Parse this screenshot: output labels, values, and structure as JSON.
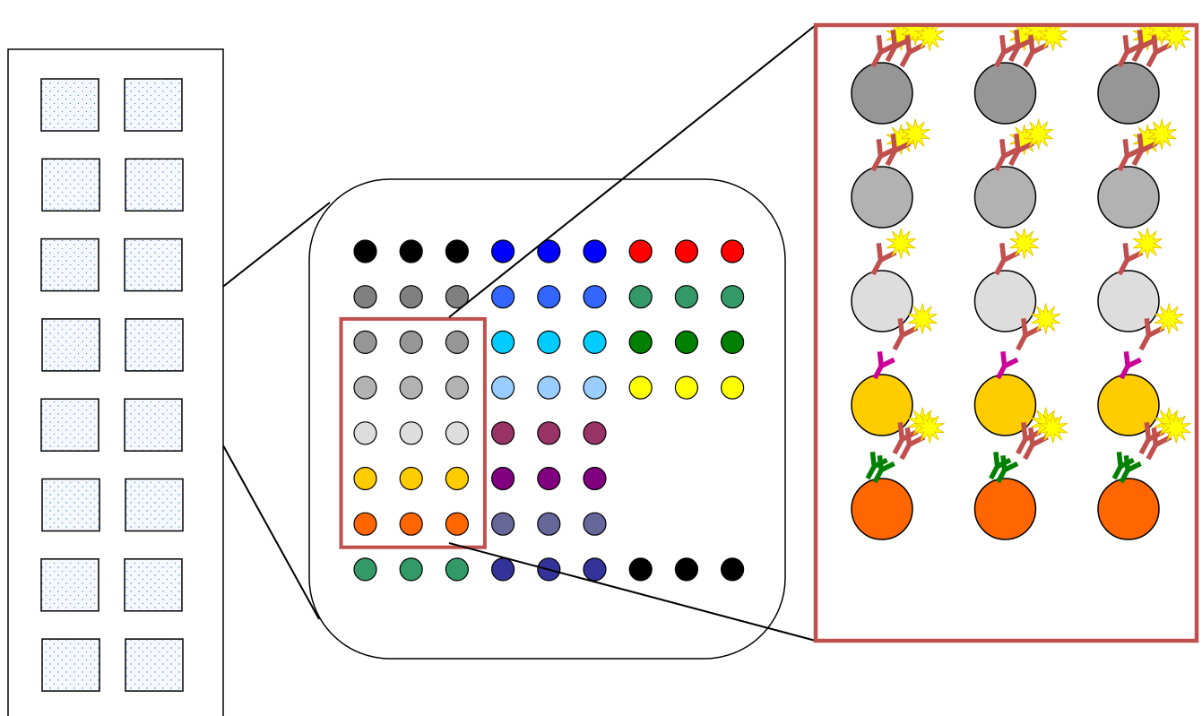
{
  "colors": {
    "outline": "#000000",
    "highlight": "#c0504d",
    "antibody": "#c0504d",
    "label": "#ffff00",
    "label_outline": "#e8c800",
    "pad_fill": "#f6f9fd",
    "pad_dot": "#4a7ad8"
  },
  "slide": {
    "columns": 2,
    "rows": 8,
    "zoomed_pad": {
      "row": 3,
      "column": 1
    }
  },
  "array": {
    "columns": 9,
    "rows": [
      [
        "#000000",
        "#000000",
        "#000000",
        "#0000ff",
        "#0000ff",
        "#0000ff",
        "#ff0000",
        "#ff0000",
        "#ff0000"
      ],
      [
        "#808080",
        "#808080",
        "#808080",
        "#3366ff",
        "#3366ff",
        "#3366ff",
        "#339966",
        "#339966",
        "#339966"
      ],
      [
        "#969696",
        "#969696",
        "#969696",
        "#00ccff",
        "#00ccff",
        "#00ccff",
        "#008000",
        "#008000",
        "#008000"
      ],
      [
        "#b2b2b2",
        "#b2b2b2",
        "#b2b2b2",
        "#99ccff",
        "#99ccff",
        "#99ccff",
        "#ffff00",
        "#ffff00",
        "#ffff00"
      ],
      [
        "#dddddd",
        "#dddddd",
        "#dddddd",
        "#993366",
        "#993366",
        "#993366",
        null,
        null,
        null
      ],
      [
        "#ffcc00",
        "#ffcc00",
        "#ffcc00",
        "#800080",
        "#800080",
        "#800080",
        null,
        null,
        null
      ],
      [
        "#ff6600",
        "#ff6600",
        "#ff6600",
        "#666699",
        "#666699",
        "#666699",
        null,
        null,
        null
      ],
      [
        "#339966",
        "#339966",
        "#339966",
        "#333399",
        "#333399",
        "#333399",
        "#000000",
        "#000000",
        "#000000"
      ]
    ],
    "highlight": {
      "first_row": 2,
      "last_row": 6,
      "first_col": 0,
      "last_col": 2
    }
  },
  "detail": {
    "columns": 3,
    "rows": [
      {
        "bead_color": "#969696",
        "secondary_count": 3,
        "capture_color": null
      },
      {
        "bead_color": "#b2b2b2",
        "secondary_count": 2,
        "capture_color": null
      },
      {
        "bead_color": "#dddddd",
        "secondary_count": 1,
        "capture_color": null
      },
      {
        "bead_color": "#ffcc00",
        "secondary_count": 1,
        "capture_color": "#cc0099"
      },
      {
        "bead_color": "#ff6600",
        "secondary_count": 2,
        "capture_color": "#008000"
      }
    ]
  }
}
